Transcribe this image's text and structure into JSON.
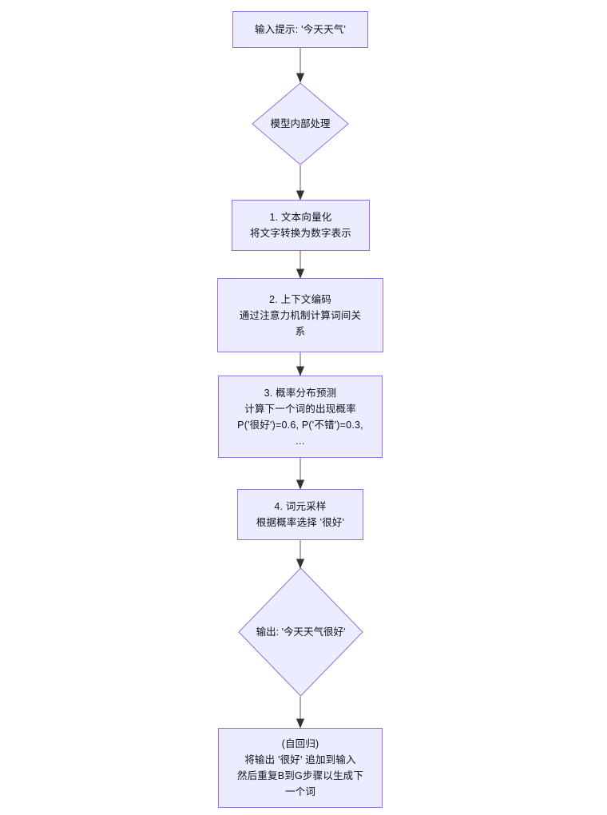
{
  "diagram": {
    "type": "flowchart",
    "direction": "top-down",
    "title": "",
    "theme": {
      "background": "#ffffff",
      "node_fill": "#ececff",
      "node_border": "#9370db",
      "text_color": "#101020",
      "edge_color": "#999999",
      "arrowhead_color": "#333333"
    },
    "nodes": [
      {
        "id": "A",
        "shape": "rect",
        "name": "input-prompt-node",
        "text": "输入提示: '今天天气'"
      },
      {
        "id": "B",
        "shape": "diamond",
        "name": "model-internal-processing-node",
        "text": "模型内部处理"
      },
      {
        "id": "C",
        "shape": "rect",
        "name": "text-vectorization-node",
        "text": "1. 文本向量化\n将文字转换为数字表示"
      },
      {
        "id": "D",
        "shape": "rect",
        "name": "context-encoding-node",
        "text": "2. 上下文编码\n通过注意力机制计算词间关\n系"
      },
      {
        "id": "E",
        "shape": "rect",
        "name": "probability-prediction-node",
        "text": "3. 概率分布预测\n计算下一个词的出现概率\nP('很好')=0.6, P('不错')=0.3,\n…"
      },
      {
        "id": "F",
        "shape": "rect",
        "name": "token-sampling-node",
        "text": "4. 词元采样\n根据概率选择 '很好'"
      },
      {
        "id": "G",
        "shape": "diamond",
        "name": "output-node",
        "text": "输出: '今天天气很好'"
      },
      {
        "id": "H",
        "shape": "rect",
        "name": "autoregressive-loop-node",
        "text": "(自回归)\n将输出 '很好' 追加到输入\n然后重复B到G步骤以生成下\n一个词"
      }
    ],
    "edges": [
      {
        "name": "edge-a-to-b",
        "from": "A",
        "to": "B",
        "label": ""
      },
      {
        "name": "edge-b-to-c",
        "from": "B",
        "to": "C",
        "label": ""
      },
      {
        "name": "edge-c-to-d",
        "from": "C",
        "to": "D",
        "label": ""
      },
      {
        "name": "edge-d-to-e",
        "from": "D",
        "to": "E",
        "label": ""
      },
      {
        "name": "edge-e-to-f",
        "from": "E",
        "to": "F",
        "label": ""
      },
      {
        "name": "edge-f-to-g",
        "from": "F",
        "to": "G",
        "label": ""
      },
      {
        "name": "edge-g-to-h",
        "from": "G",
        "to": "H",
        "label": ""
      }
    ]
  }
}
